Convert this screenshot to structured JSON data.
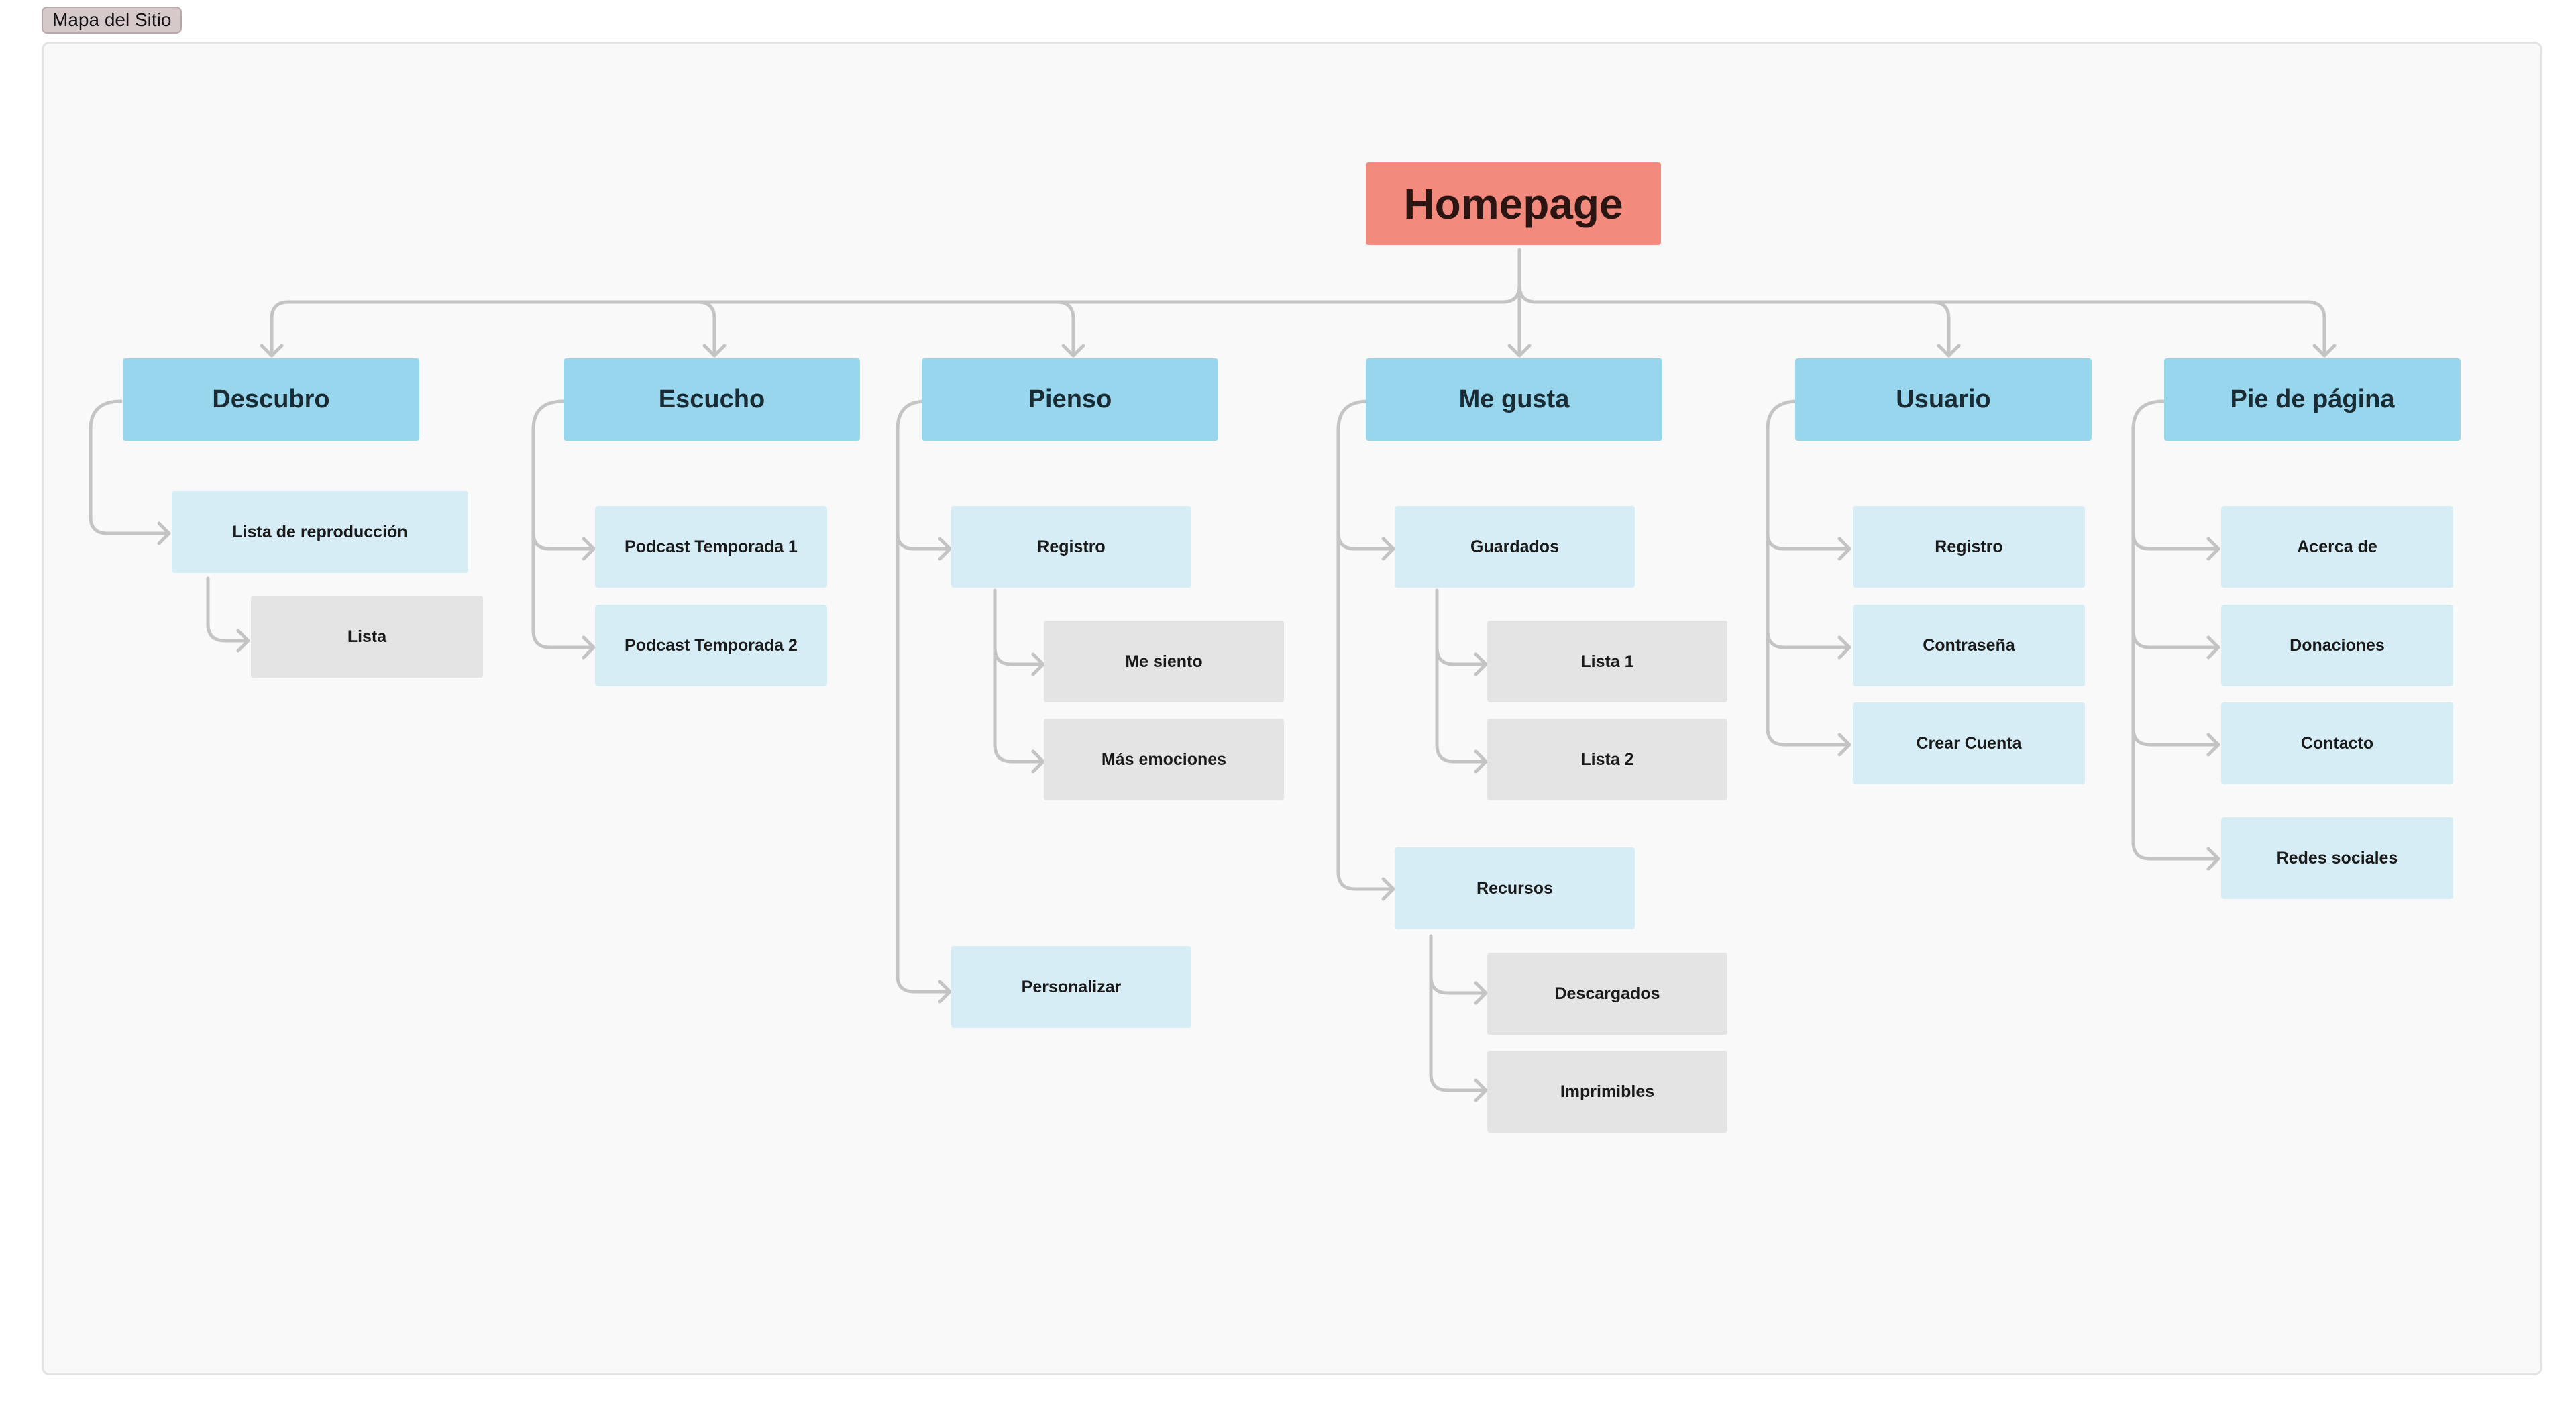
{
  "frame": {
    "label": "Mapa del Sitio"
  },
  "root": {
    "label": "Homepage"
  },
  "sections": [
    {
      "label": "Descubro",
      "children": [
        {
          "label": "Lista de reproducción",
          "children": [
            {
              "label": "Lista"
            }
          ]
        }
      ]
    },
    {
      "label": "Escucho",
      "children": [
        {
          "label": "Podcast Temporada 1"
        },
        {
          "label": "Podcast Temporada 2"
        }
      ]
    },
    {
      "label": "Pienso",
      "children": [
        {
          "label": "Registro",
          "children": [
            {
              "label": "Me siento"
            },
            {
              "label": "Más emociones"
            }
          ]
        },
        {
          "label": "Personalizar"
        }
      ]
    },
    {
      "label": "Me gusta",
      "children": [
        {
          "label": "Guardados",
          "children": [
            {
              "label": "Lista 1"
            },
            {
              "label": "Lista 2"
            }
          ]
        },
        {
          "label": "Recursos",
          "children": [
            {
              "label": "Descargados"
            },
            {
              "label": "Imprimibles"
            }
          ]
        }
      ]
    },
    {
      "label": "Usuario",
      "children": [
        {
          "label": "Registro"
        },
        {
          "label": "Contraseña"
        },
        {
          "label": "Crear Cuenta"
        }
      ]
    },
    {
      "label": "Pie de página",
      "children": [
        {
          "label": "Acerca de"
        },
        {
          "label": "Donaciones"
        },
        {
          "label": "Contacto"
        },
        {
          "label": "Redes sociales"
        }
      ]
    }
  ],
  "colors": {
    "root": "#f28b7e",
    "section": "#97d6ec",
    "page": "#d7edf5",
    "subpage": "#e4e4e4",
    "connector": "#c4c4c4"
  }
}
